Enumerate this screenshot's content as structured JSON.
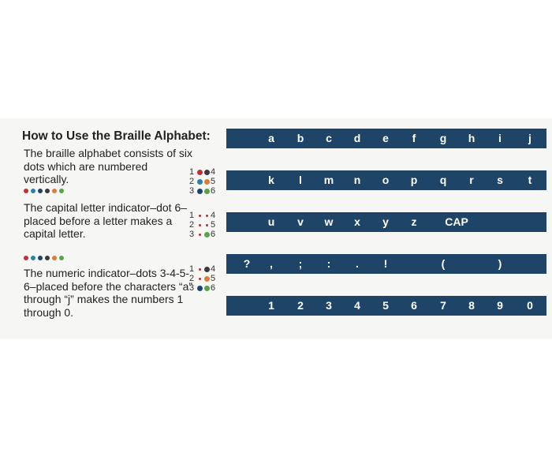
{
  "title": "How to Use the Braille Alphabet:",
  "paragraphs": [
    "The braille alphabet consists of six dots which are numbered vertically.",
    "The capital letter indicator–dot 6–placed before a letter makes a capital letter.",
    "The numeric indicator–dots 3-4-5-6–placed before the characters “a” through “j” makes the numbers 1 through 0."
  ],
  "legends": [
    {
      "rows": [
        [
          "1",
          "4"
        ],
        [
          "2",
          "5"
        ],
        [
          "3",
          "6"
        ]
      ]
    },
    {
      "rows": [
        [
          "1",
          "4"
        ],
        [
          "2",
          "5"
        ],
        [
          "3",
          "6"
        ]
      ]
    },
    {
      "rows": [
        [
          "1",
          "4"
        ],
        [
          "2",
          "5"
        ],
        [
          "3",
          "6"
        ]
      ]
    }
  ],
  "rows": [
    [
      "a",
      "b",
      "c",
      "d",
      "e",
      "f",
      "g",
      "h",
      "i",
      "j"
    ],
    [
      "k",
      "l",
      "m",
      "n",
      "o",
      "p",
      "q",
      "r",
      "s",
      "t"
    ],
    [
      "u",
      "v",
      "w",
      "x",
      "y",
      "z",
      "CAP"
    ],
    [
      "?",
      ",",
      ";",
      ":",
      ".",
      "!",
      "(",
      ")"
    ],
    [
      "1",
      "2",
      "3",
      "4",
      "5",
      "6",
      "7",
      "8",
      "9",
      "0"
    ]
  ],
  "colors": {
    "bar": "#1e4468",
    "dot_sequence": [
      "#c0303a",
      "#2f7fa8",
      "#1e4468",
      "#3a3a3a",
      "#e07a3a",
      "#5aa24a"
    ]
  }
}
